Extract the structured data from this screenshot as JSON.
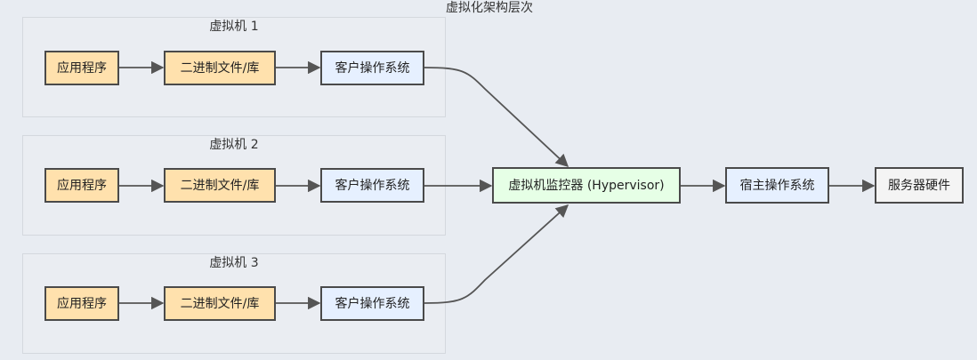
{
  "title": "虚拟化架构层次",
  "vms": [
    {
      "label": "虚拟机 1",
      "app": "应用程序",
      "lib": "二进制文件/库",
      "os": "客户操作系统"
    },
    {
      "label": "虚拟机 2",
      "app": "应用程序",
      "lib": "二进制文件/库",
      "os": "客户操作系统"
    },
    {
      "label": "虚拟机 3",
      "app": "应用程序",
      "lib": "二进制文件/库",
      "os": "客户操作系统"
    }
  ],
  "hypervisor": "虚拟机监控器 (Hypervisor)",
  "host_os": "宿主操作系统",
  "hardware": "服务器硬件",
  "colors": {
    "app_fill": "#ffe1ad",
    "os_fill": "#e6f0ff",
    "hypervisor_fill": "#e6ffe6",
    "hardware_fill": "#f4f4f4",
    "border": "#4a4a4a",
    "edge": "#555555",
    "background": "#e8ecf2"
  }
}
